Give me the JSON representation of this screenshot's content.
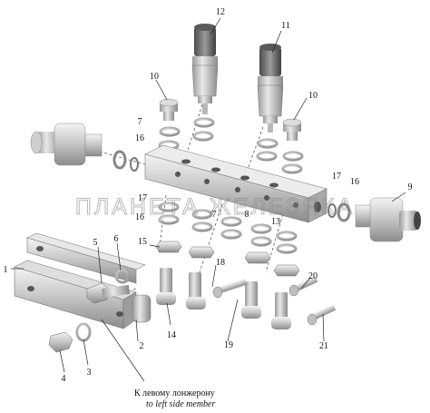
{
  "watermark": "ПЛАНЕТА ЖЕЛЕЗЯКА",
  "caption": {
    "ru": "К левому лонжерону",
    "en": "to left side member"
  },
  "callouts": [
    "1",
    "2",
    "3",
    "4",
    "5",
    "6",
    "7",
    "7",
    "8",
    "9",
    "10",
    "10",
    "11",
    "12",
    "13",
    "14",
    "15",
    "16",
    "16",
    "17",
    "17",
    "18",
    "19",
    "20",
    "21"
  ]
}
